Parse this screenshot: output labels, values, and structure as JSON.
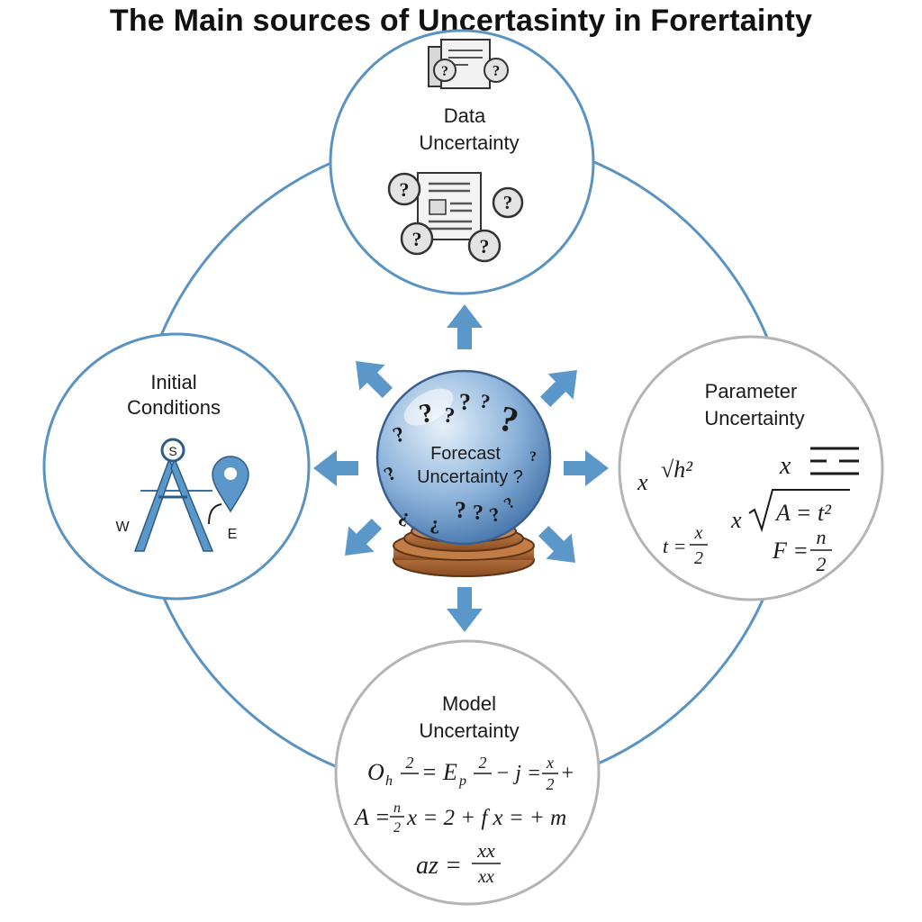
{
  "title": "The Main sources of Uncertasinty in Forertainty",
  "center": {
    "label_line1": "Forecast",
    "label_line2": "Uncertainty ?"
  },
  "data_node": {
    "label_line1": "Data",
    "label_line2": "Uncertainty"
  },
  "initial_node": {
    "label_line1": "Initial",
    "label_line2": "Conditions",
    "compass_top": "S",
    "compass_west": "W",
    "compass_east": "E"
  },
  "parameter_node": {
    "label_line1": "Parameter",
    "label_line2": "Uncertainty",
    "formulas": {
      "f1_var": "x",
      "f1_rad": "√",
      "f1_body": "√h²",
      "f2_var": "x",
      "f3_var": "x",
      "f3_body": "A = t²",
      "f4_left": "t =",
      "f4_num": "x",
      "f4_den": "2",
      "f5_left": "F =",
      "f5_num": "n",
      "f5_den": "2"
    }
  },
  "model_node": {
    "label_line1": "Model",
    "label_line2": "Uncertainty",
    "eq1_a": "O",
    "eq1_a_sub": "h",
    "eq1_frac1_num": "2",
    "eq1_mid": "= E",
    "eq1_mid_sub": "p",
    "eq1_frac2_num": "2",
    "eq1_tail": "− j =",
    "eq1_frac3_num": "x",
    "eq1_frac3_den": "2",
    "eq1_end": "+",
    "eq2_a": "A =",
    "eq2_frac_num": "n",
    "eq2_frac_den": "2",
    "eq2_rest": "x = 2 + f x = + m",
    "eq3_a": "az =",
    "eq3_num": "xx",
    "eq3_den": "xx"
  },
  "colors": {
    "ring": "#5a93c2",
    "ring_gray": "#b4b4b4",
    "arrow": "#5b97c9",
    "sphere_light": "#e6f0fa",
    "sphere_mid": "#8fb5dc",
    "sphere_dark": "#3f70a8",
    "stand": "#b06a37"
  }
}
